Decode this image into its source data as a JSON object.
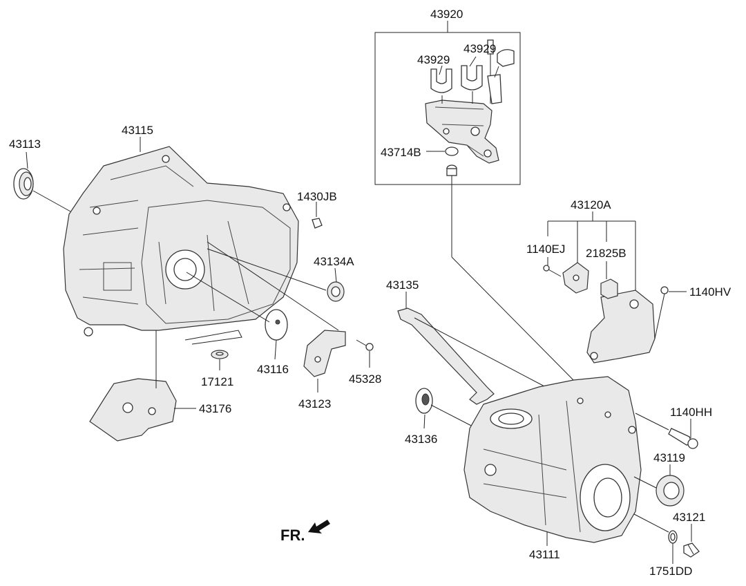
{
  "diagram": {
    "part_labels": {
      "p43920": "43920",
      "p43929a": "43929",
      "p43929b": "43929",
      "p43714B": "43714B",
      "p43115": "43115",
      "p43113": "43113",
      "p1430JB": "1430JB",
      "p43134A": "43134A",
      "p43120A": "43120A",
      "p1140EJ": "1140EJ",
      "p21825B": "21825B",
      "p1140HV": "1140HV",
      "p43135": "43135",
      "p43116": "43116",
      "p45328": "45328",
      "p17121": "17121",
      "p43123": "43123",
      "p43176": "43176",
      "p43136": "43136",
      "p1140HH": "1140HH",
      "p43119": "43119",
      "p43121": "43121",
      "p43111": "43111",
      "p1751DD": "1751DD"
    },
    "direction_label": "FR."
  }
}
